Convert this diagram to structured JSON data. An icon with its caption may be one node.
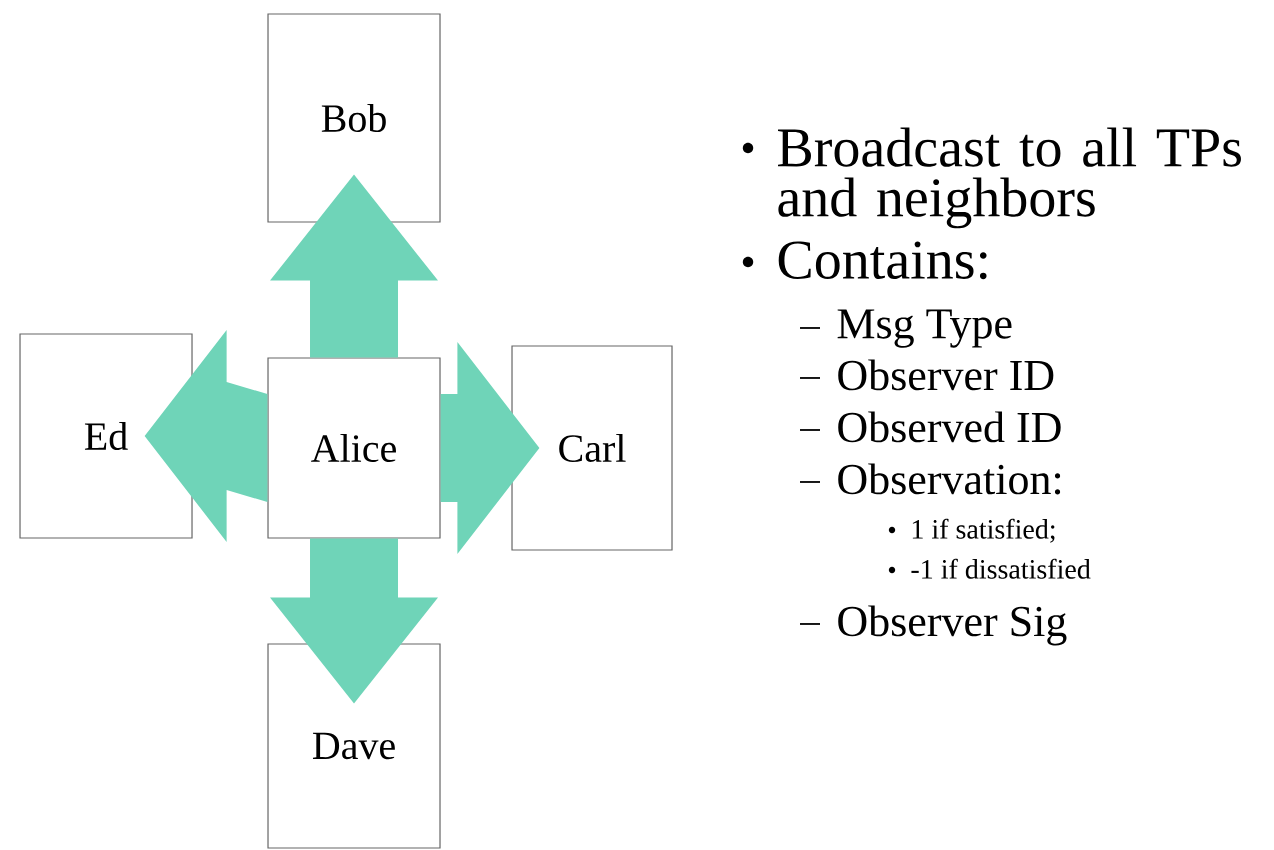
{
  "diagram": {
    "nodes": [
      {
        "text": [
          "Bob"
        ]
      },
      {
        "text": [
          "Ed"
        ]
      },
      {
        "text": [
          "Alice"
        ]
      },
      {
        "text": [
          "Carl"
        ]
      },
      {
        "text": [
          "Dave"
        ]
      }
    ],
    "edges": [
      {
        "from": 2,
        "to": 0,
        "arrow": "to"
      },
      {
        "from": 2,
        "to": 1,
        "arrow": "to"
      },
      {
        "from": 2,
        "to": 3,
        "arrow": "to"
      },
      {
        "from": 2,
        "to": 4,
        "arrow": "to"
      }
    ],
    "labels": [
      "Broadcast to all TPs and neighbors",
      "Contains:",
      "Msg Type",
      "Observer ID",
      "Observed ID",
      "Observation:",
      "1 if satisfied;",
      "-1 if dissatisfied",
      "Observer Sig"
    ]
  }
}
